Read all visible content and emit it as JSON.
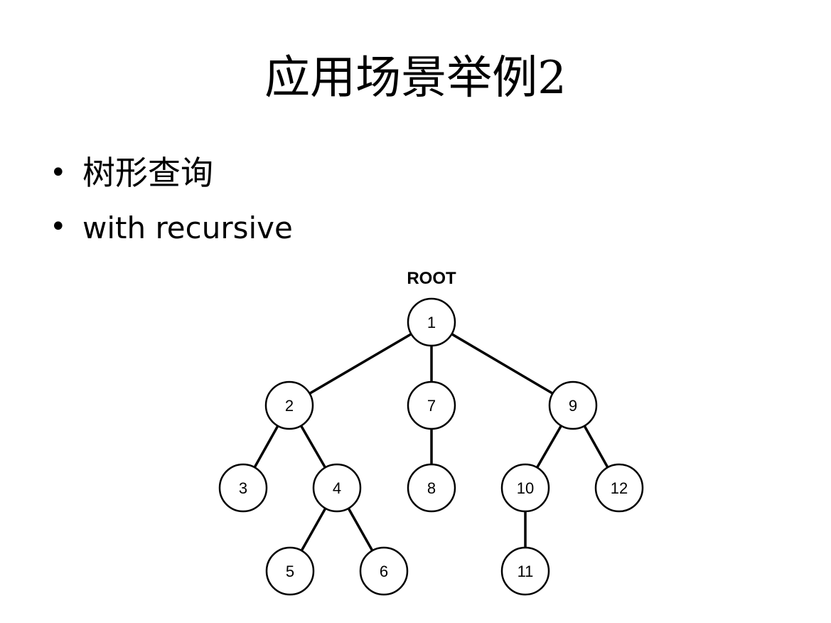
{
  "slide": {
    "title": "应用场景举例2",
    "bullets": [
      {
        "marker": "•",
        "text": "树形查询"
      },
      {
        "marker": "•",
        "text": "with recursive"
      }
    ]
  },
  "tree": {
    "root_label": "ROOT",
    "nodes": [
      {
        "id": "1",
        "label": "1"
      },
      {
        "id": "2",
        "label": "2"
      },
      {
        "id": "7",
        "label": "7"
      },
      {
        "id": "9",
        "label": "9"
      },
      {
        "id": "3",
        "label": "3"
      },
      {
        "id": "4",
        "label": "4"
      },
      {
        "id": "8",
        "label": "8"
      },
      {
        "id": "10",
        "label": "10"
      },
      {
        "id": "12",
        "label": "12"
      },
      {
        "id": "5",
        "label": "5"
      },
      {
        "id": "6",
        "label": "6"
      },
      {
        "id": "11",
        "label": "11"
      }
    ],
    "edges": [
      [
        "1",
        "2"
      ],
      [
        "1",
        "7"
      ],
      [
        "1",
        "9"
      ],
      [
        "2",
        "3"
      ],
      [
        "2",
        "4"
      ],
      [
        "4",
        "5"
      ],
      [
        "4",
        "6"
      ],
      [
        "7",
        "8"
      ],
      [
        "9",
        "10"
      ],
      [
        "9",
        "12"
      ],
      [
        "10",
        "11"
      ]
    ]
  }
}
